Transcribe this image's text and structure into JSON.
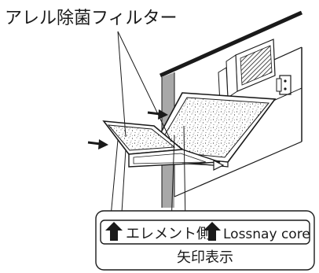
{
  "diagram": {
    "title_label": "アレル除菌フィルター",
    "arrow_label": {
      "element_side_text": "エレメント側",
      "lossnay_text": "Lossnay core",
      "caption": "矢印表示"
    },
    "colors": {
      "line": "#1a1a1a",
      "frame_gray": "#a8a8a8",
      "dark_hatch": "#3a3a3a"
    }
  }
}
